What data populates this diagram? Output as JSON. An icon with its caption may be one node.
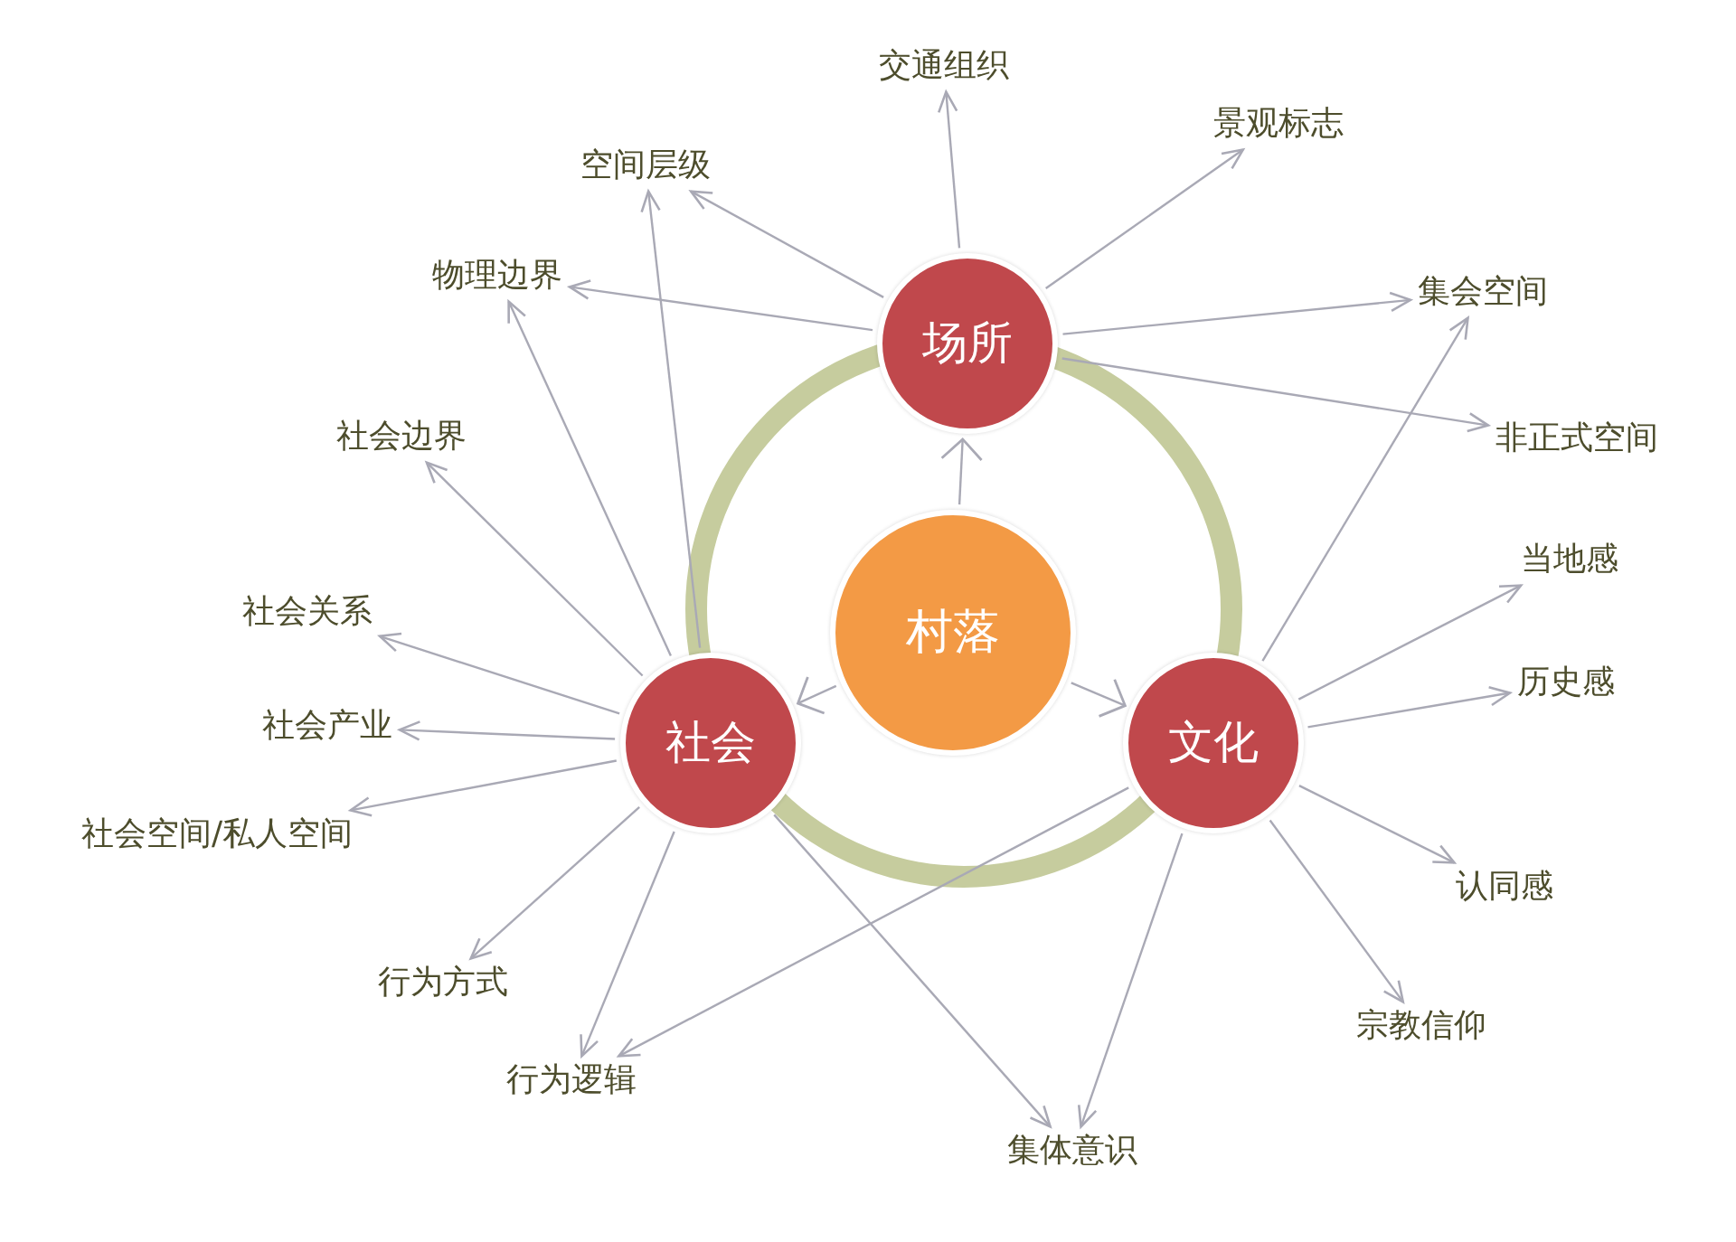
{
  "diagram": {
    "nodes": [
      {
        "text": [
          "村落"
        ]
      },
      {
        "text": [
          "场所"
        ]
      },
      {
        "text": [
          "社会"
        ]
      },
      {
        "text": [
          "文化"
        ]
      },
      {
        "text": [
          "交通组织"
        ]
      },
      {
        "text": [
          "景观标志"
        ]
      },
      {
        "text": [
          "空间层级"
        ]
      },
      {
        "text": [
          "物理边界"
        ]
      },
      {
        "text": [
          "集会空间"
        ]
      },
      {
        "text": [
          "非正式空间"
        ]
      },
      {
        "text": [
          "社会边界"
        ]
      },
      {
        "text": [
          "当地感"
        ]
      },
      {
        "text": [
          "社会关系"
        ]
      },
      {
        "text": [
          "历史感"
        ]
      },
      {
        "text": [
          "社会产业"
        ]
      },
      {
        "text": [
          "社会空间/私人空间"
        ]
      },
      {
        "text": [
          "认同感"
        ]
      },
      {
        "text": [
          "行为方式"
        ]
      },
      {
        "text": [
          "宗教信仰"
        ]
      },
      {
        "text": [
          "行为逻辑"
        ]
      },
      {
        "text": [
          "集体意识"
        ]
      }
    ],
    "edges": [
      {
        "from": 0,
        "to": 1,
        "arrow": "to"
      },
      {
        "from": 0,
        "to": 2,
        "arrow": "to"
      },
      {
        "from": 0,
        "to": 3,
        "arrow": "to"
      },
      {
        "from": 1,
        "to": 4,
        "arrow": "to"
      },
      {
        "from": 1,
        "to": 5,
        "arrow": "to"
      },
      {
        "from": 1,
        "to": 6,
        "arrow": "to"
      },
      {
        "from": 1,
        "to": 7,
        "arrow": "to"
      },
      {
        "from": 1,
        "to": 8,
        "arrow": "to"
      },
      {
        "from": 1,
        "to": 9,
        "arrow": "to"
      },
      {
        "from": 2,
        "to": 6,
        "arrow": "to"
      },
      {
        "from": 2,
        "to": 7,
        "arrow": "to"
      },
      {
        "from": 2,
        "to": 10,
        "arrow": "to"
      },
      {
        "from": 2,
        "to": 12,
        "arrow": "to"
      },
      {
        "from": 2,
        "to": 14,
        "arrow": "to"
      },
      {
        "from": 2,
        "to": 15,
        "arrow": "to"
      },
      {
        "from": 2,
        "to": 17,
        "arrow": "to"
      },
      {
        "from": 2,
        "to": 19,
        "arrow": "to"
      },
      {
        "from": 2,
        "to": 20,
        "arrow": "to"
      },
      {
        "from": 3,
        "to": 8,
        "arrow": "to"
      },
      {
        "from": 3,
        "to": 11,
        "arrow": "to"
      },
      {
        "from": 3,
        "to": 13,
        "arrow": "to"
      },
      {
        "from": 3,
        "to": 16,
        "arrow": "to"
      },
      {
        "from": 3,
        "to": 18,
        "arrow": "to"
      },
      {
        "from": 3,
        "to": 20,
        "arrow": "to"
      },
      {
        "from": 3,
        "to": 19,
        "arrow": "to"
      }
    ]
  }
}
